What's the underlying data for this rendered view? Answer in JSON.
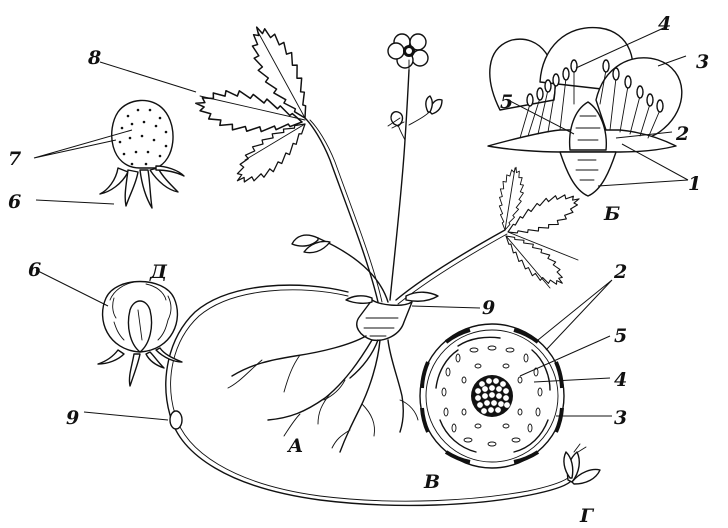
{
  "figure": {
    "labels": {
      "A": "А",
      "B": "Б",
      "V": "В",
      "G": "Г",
      "D": "Д",
      "n1": "1",
      "n2_flower": "2",
      "n3_flower": "3",
      "n4_flower": "4",
      "n5_flower": "5",
      "n6_fruit": "6",
      "n6_section": "6",
      "n7": "7",
      "n8": "8",
      "n9_stolon": "9",
      "n9_rosette": "9",
      "n2_diagram": "2",
      "n3_diagram": "3",
      "n4_diagram": "4",
      "n5_diagram": "5"
    }
  }
}
